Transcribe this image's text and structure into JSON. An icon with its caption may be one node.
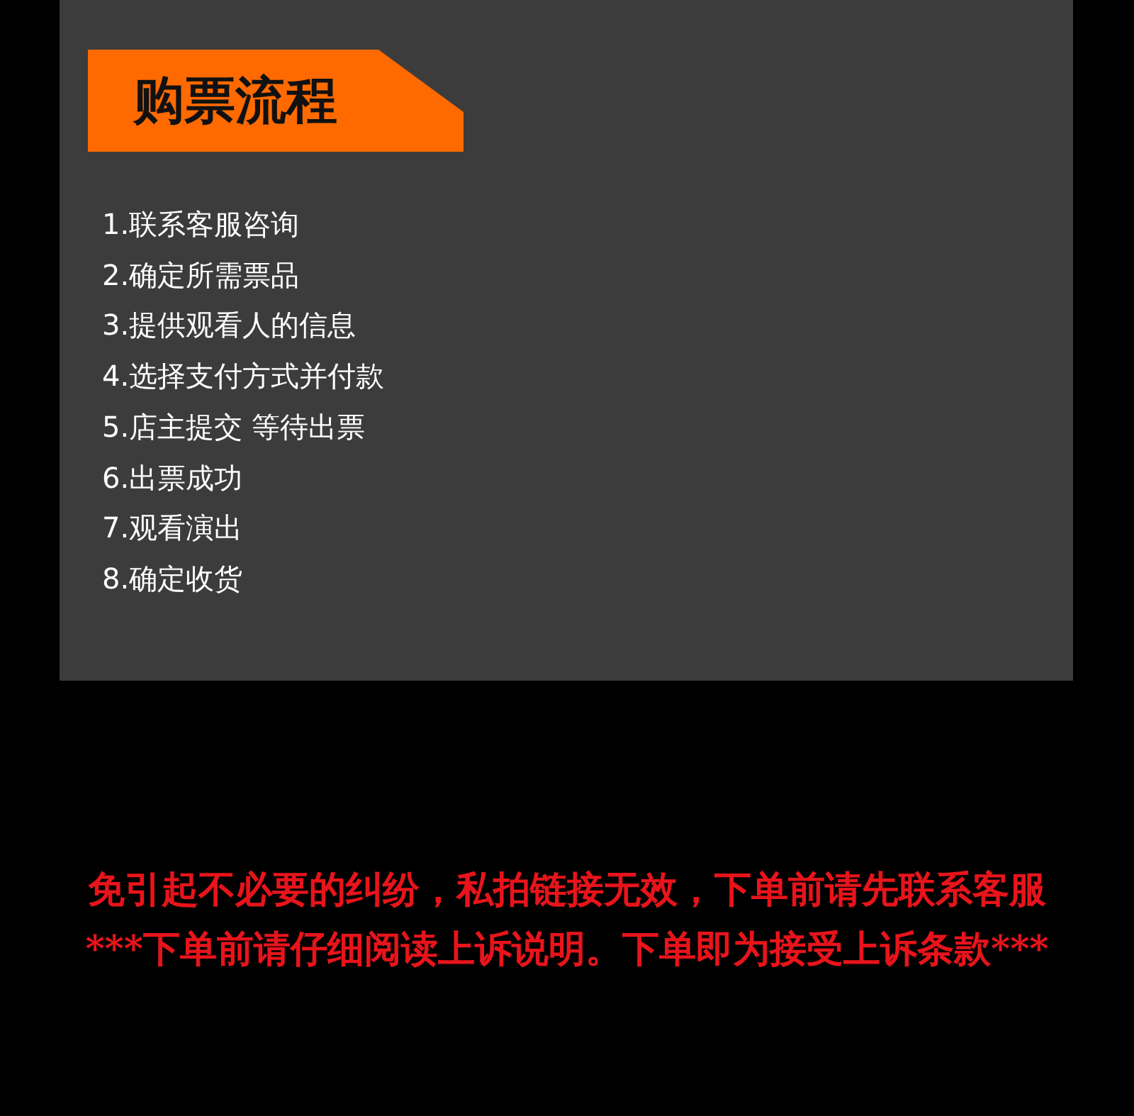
{
  "diagram": {
    "title": "购票流程",
    "labels": [
      "1.联系客服咨询",
      "2.确定所需票品",
      "3.提供观看人的信息",
      "4.选择支付方式并付款",
      "5.店主提交 等待出票",
      "6.出票成功",
      "7.观看演出",
      "8.确定收货",
      "免引起不必要的纠纷，私拍链接无效，下单前请先联系客服",
      "***下单前请仔细阅读上诉说明。下单即为接受上诉条款***"
    ]
  }
}
